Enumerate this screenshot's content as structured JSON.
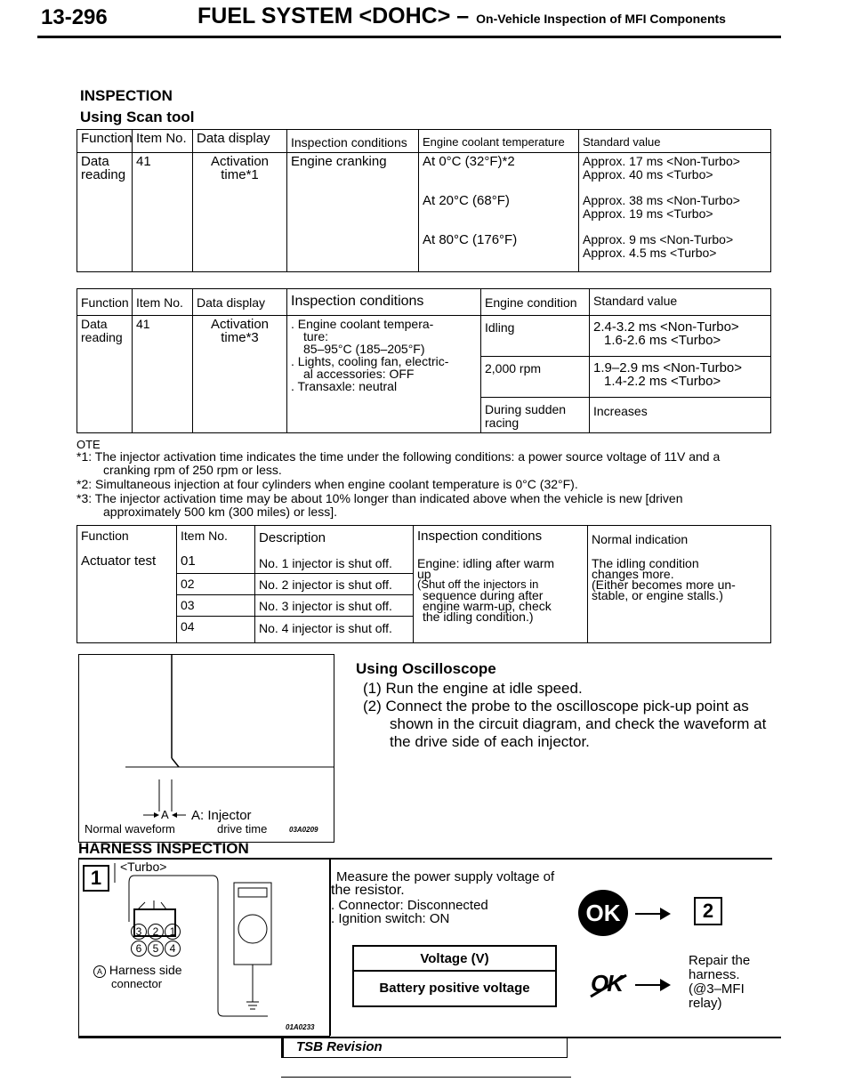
{
  "header": {
    "page_number": "13-296",
    "title": "FUEL SYSTEM <DOHC> –",
    "subtitle": "On-Vehicle Inspection of MFI Components"
  },
  "inspection": {
    "heading": "INSPECTION",
    "scan_tool_heading": "Using Scan tool"
  },
  "table1": {
    "headers": [
      "Function",
      "Item No.",
      "Data display",
      "Inspection conditions",
      "Engine coolant temperature",
      "Standard value"
    ],
    "function": "Data reading",
    "item_no": "41",
    "data_display": "Activation time*1",
    "inspection_condition": "Engine cranking",
    "rows": [
      {
        "temp": "At 0°C (32°F)*2",
        "value1": "Approx. 17 ms <Non-Turbo>",
        "value2": "Approx. 40 ms <Turbo>"
      },
      {
        "temp": "At 20°C (68°F)",
        "value1": "Approx. 38 ms <Non-Turbo>",
        "value2": "Approx. 19 ms <Turbo>"
      },
      {
        "temp": "At 80°C (176°F)",
        "value1": "Approx. 9 ms <Non-Turbo>",
        "value2": "Approx. 4.5 ms <Turbo>"
      }
    ]
  },
  "table2": {
    "headers": [
      "Function",
      "Item No.",
      "Data display",
      "Inspection conditions",
      "Engine condition",
      "Standard value"
    ],
    "function": "Data reading",
    "item_no": "41",
    "data_display": "Activation time*3",
    "conditions": [
      ". Engine coolant tempera-",
      "ture:",
      "85–95°C (185–205°F)",
      ". Lights, cooling fan, electric-",
      "al accessories: OFF",
      ". Transaxle: neutral"
    ],
    "rows": [
      {
        "condition": "Idling",
        "value1": "2.4-3.2 ms <Non-Turbo>",
        "value2": "1.6-2.6 ms <Turbo>"
      },
      {
        "condition": "2,000 rpm",
        "value1": "1.9–2.9 ms <Non-Turbo>",
        "value2": "1.4-2.2 ms <Turbo>"
      },
      {
        "condition": "During sudden racing",
        "value1": "Increases",
        "value2": ""
      }
    ]
  },
  "notes": {
    "label": "OTE",
    "n1_mark": "*1:",
    "n1_a": "The injector activation time indicates the time under the following conditions: a power source voltage of 11V and a",
    "n1_b": "cranking rpm of 250 rpm or less.",
    "n2_mark": "*2:",
    "n2": "Simultaneous injection at four cylinders when engine coolant temperature is 0°C (32°F).",
    "n3_mark": "*3:",
    "n3_a": "The injector activation time may be about 10% longer than indicated above when the vehicle is new [driven",
    "n3_b": "approximately 500 km (300 miles) or less]."
  },
  "table3": {
    "headers": [
      "Function",
      "Item No.",
      "Description",
      "Inspection conditions",
      "Normal indication"
    ],
    "function": "Actuator test",
    "items": [
      {
        "no": "01",
        "desc": "No. 1 injector is shut off."
      },
      {
        "no": "02",
        "desc": "No. 2 injector is shut off."
      },
      {
        "no": "03",
        "desc": "No. 3 injector is shut off."
      },
      {
        "no": "04",
        "desc": "No. 4 injector is shut off."
      }
    ],
    "conditions": [
      "Engine: idling after warm",
      "up",
      "(Shut off the injectors in",
      "sequence during after",
      "engine warm-up, check",
      "the idling condition.)"
    ],
    "normal": [
      "The idling condition",
      "changes more.",
      "(Either becomes more un-",
      "stable, or engine stalls.)"
    ]
  },
  "oscilloscope": {
    "heading": "Using Oscilloscope",
    "step1_num": "(1)",
    "step1": "Run the engine at idle speed.",
    "step2_num": "(2)",
    "step2_a": "Connect the probe to the oscilloscope pick-up point as",
    "step2_b": "shown in the circuit diagram, and check the waveform at",
    "step2_c": "the drive side of each injector.",
    "fig_label_a": "A",
    "fig_label": "A: Injector",
    "fig_caption_1": "Normal waveform",
    "fig_caption_2": "drive time",
    "fig_code": "03A0209"
  },
  "harness": {
    "heading": "HARNESS INSPECTION",
    "step_no": "1",
    "variant": "<Turbo>",
    "pins": [
      "3",
      "2",
      "1",
      "6",
      "5",
      "4"
    ],
    "connector_label_a": "Harness side",
    "connector_label_b": "connector",
    "fig_code": "01A0233",
    "instruction": "Measure the power supply voltage of",
    "instruction_b": "the resistor.",
    "conditions": [
      ". Connector: Disconnected",
      ". Ignition switch: ON"
    ],
    "table_header": "Voltage (V)",
    "table_value": "Battery positive voltage",
    "ok_label": "OK",
    "ng_label": "OK",
    "next_step": "2",
    "repair_a": "Repair the",
    "repair_b": "harness.",
    "repair_c": "(@3–MFI",
    "repair_d": "relay)"
  },
  "footer": {
    "tsb": "TSB Revision"
  }
}
